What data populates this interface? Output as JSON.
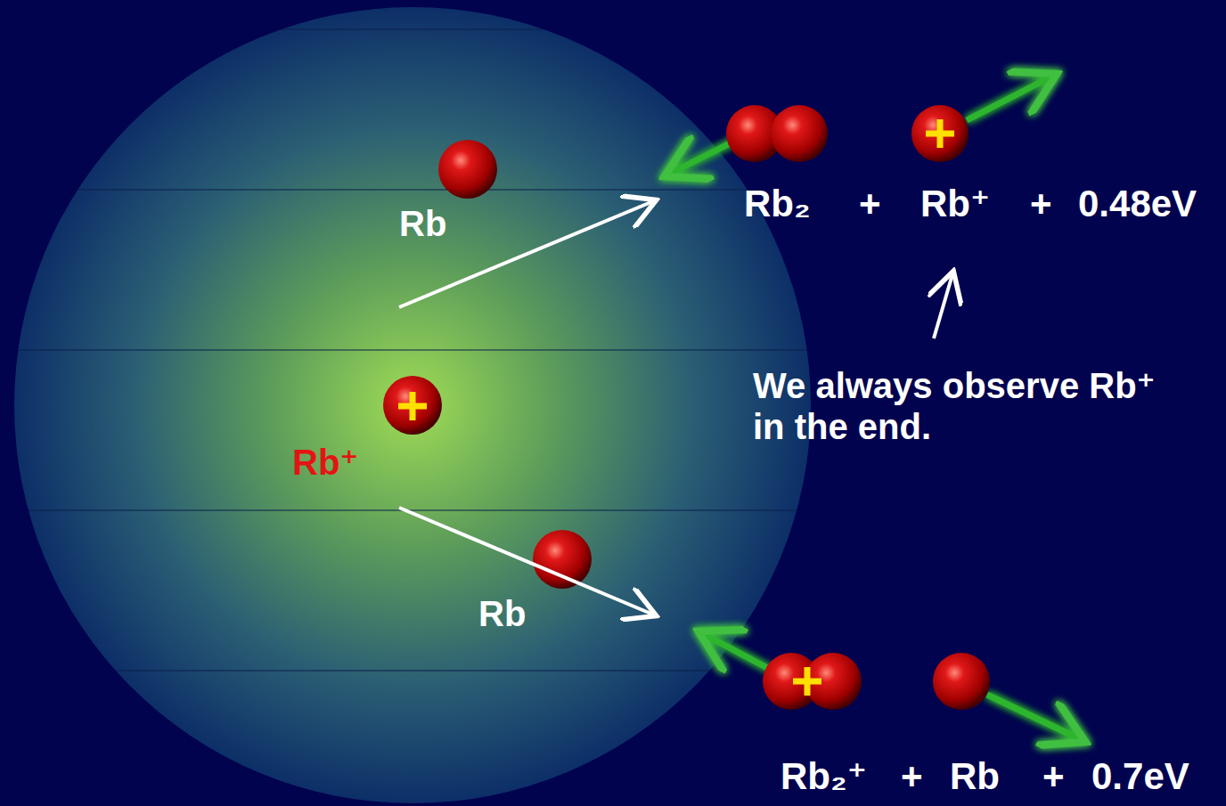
{
  "diagram": {
    "labels": [
      "Rb",
      "Rb⁺",
      "Rb",
      "Rb₂",
      "+",
      "Rb⁺",
      "+",
      "0.48eV",
      "We always observe Rb⁺ in the end.",
      "Rb₂⁺",
      "+",
      "Rb",
      "+",
      "0.7eV"
    ]
  }
}
